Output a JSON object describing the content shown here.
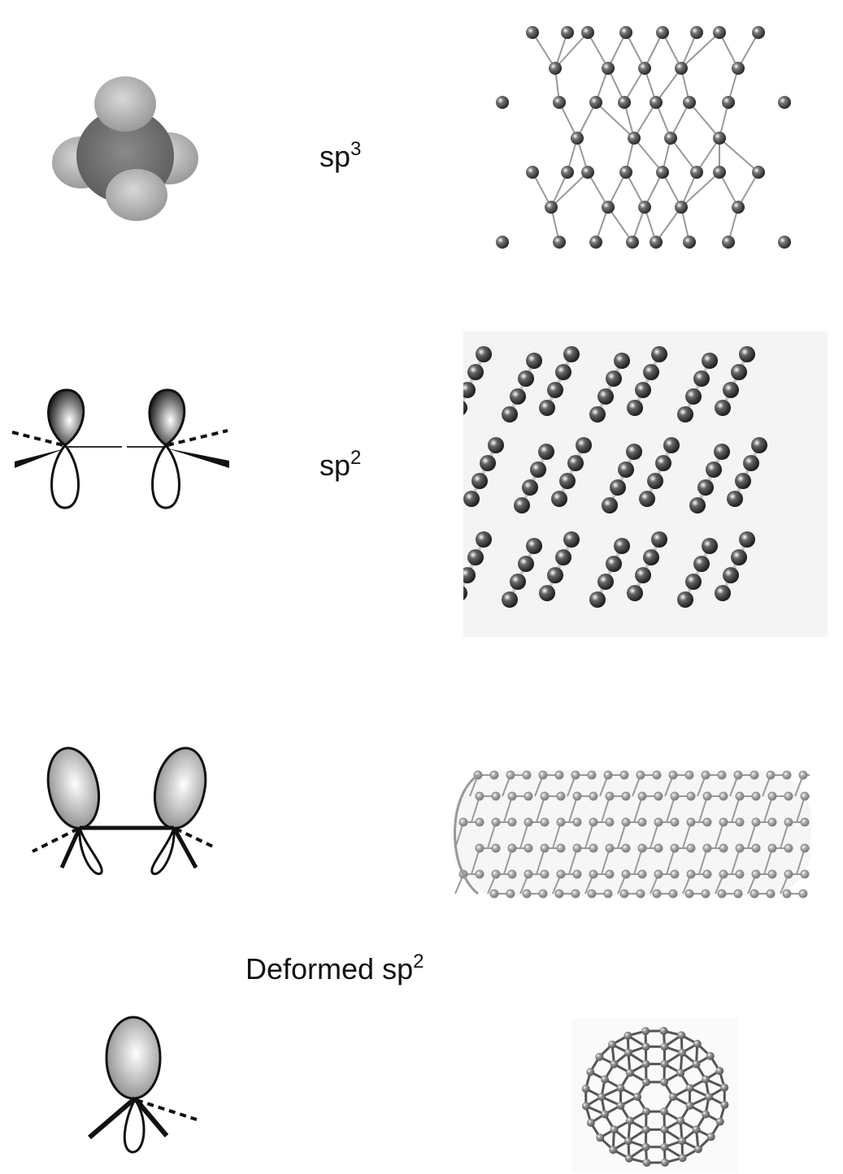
{
  "rows": [
    {
      "label_base": "sp",
      "label_sup": "3",
      "orbital": "sp3-tetrahedral",
      "structure": "diamond-lattice"
    },
    {
      "label_base": "sp",
      "label_sup": "2",
      "orbital": "sp2-p-orbitals",
      "structure": "graphite-layers"
    },
    {
      "label_base": "",
      "label_sup": "",
      "orbital": "deformed-sp2-bent-orbitals",
      "structure": "carbon-nanotube"
    },
    {
      "label_base": "",
      "label_sup": "",
      "orbital": "deformed-sp2-single-orbital",
      "structure": "fullerene"
    }
  ],
  "deformed_label": {
    "base": "Deformed sp",
    "sup": "2"
  },
  "colors": {
    "atom_dark": "#555555",
    "atom_light": "#bbbbbb",
    "bond": "#999999",
    "panel_bg": "#f4f4f4"
  }
}
